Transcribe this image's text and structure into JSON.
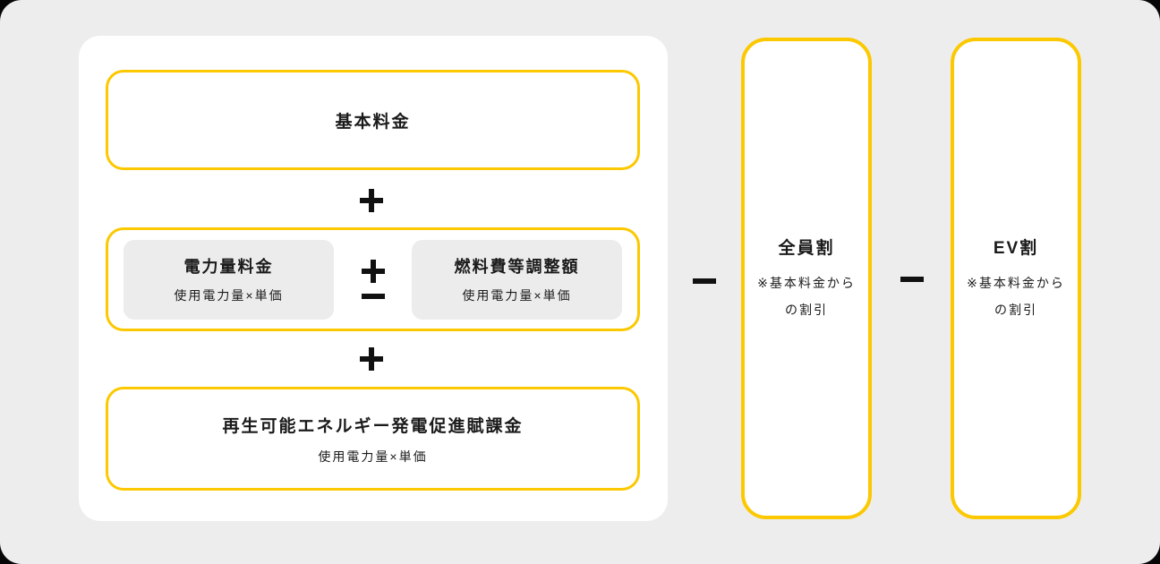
{
  "colors": {
    "accent_yellow": "#FCC800",
    "page_bg": "#EDEDED",
    "panel_bg": "#FFFFFF",
    "chip_bg": "#ECECEC",
    "text": "#1A1A1A"
  },
  "formula": {
    "main_panel": {
      "basic_fee": {
        "label": "基本料金"
      },
      "operator_after_basic": {
        "icon": "plus-icon",
        "symbol": "+"
      },
      "energy_group": {
        "energy_charge": {
          "title": "電力量料金",
          "subtitle": "使用電力量×単価"
        },
        "operator": {
          "icon": "plus-minus-icon",
          "symbol": "±"
        },
        "fuel_adjustment": {
          "title": "燃料費等調整額",
          "subtitle": "使用電力量×単価"
        }
      },
      "operator_after_energy": {
        "icon": "plus-icon",
        "symbol": "+"
      },
      "renewable_levy": {
        "title": "再生可能エネルギー発電促進賦課金",
        "subtitle": "使用電力量×単価"
      }
    },
    "operator_minus_1": {
      "icon": "minus-icon",
      "symbol": "−"
    },
    "zenin_discount": {
      "title": "全員割",
      "note_line1": "※基本料金から",
      "note_line2": "の割引"
    },
    "operator_minus_2": {
      "icon": "minus-icon",
      "symbol": "−"
    },
    "ev_discount": {
      "title": "EV割",
      "note_line1": "※基本料金から",
      "note_line2": "の割引"
    }
  }
}
